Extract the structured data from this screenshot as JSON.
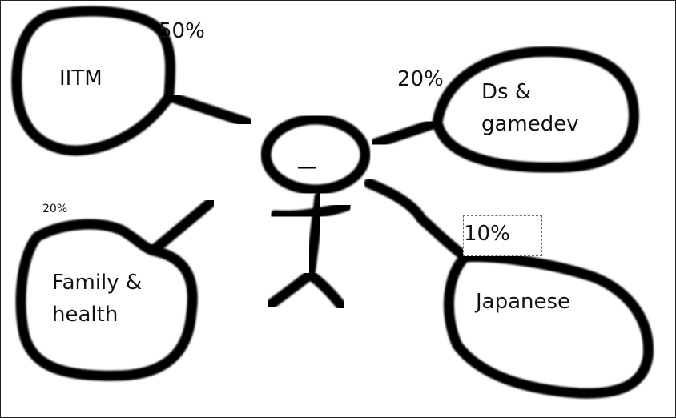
{
  "diagram": {
    "nodes": [
      {
        "id": "iitm",
        "label_lines": [
          "IITM"
        ],
        "percent": "50%"
      },
      {
        "id": "ds-gamedev",
        "label_lines": [
          "Ds &",
          "gamedev"
        ],
        "percent": "20%"
      },
      {
        "id": "family-health",
        "label_lines": [
          "Family &",
          "health"
        ],
        "percent": "20%"
      },
      {
        "id": "japanese",
        "label_lines": [
          "Japanese"
        ],
        "percent": "10%"
      }
    ]
  },
  "colors": {
    "ink": "#000000",
    "background": "#ffffff",
    "selection_border": "#7a7020"
  },
  "icons": {
    "center": "stick-figure-icon"
  }
}
